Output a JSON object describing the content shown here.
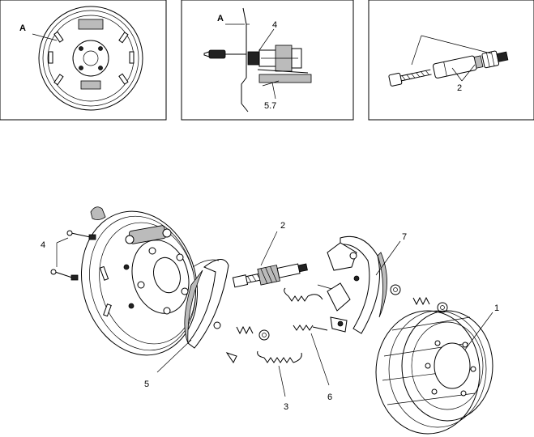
{
  "panels": {
    "backing_plate_detail": {
      "label": "A"
    },
    "cross_section_detail": {
      "label_a": "A",
      "label_4": "4",
      "label_57": "5.7"
    },
    "adjuster_detail": {
      "label_2": "2"
    }
  },
  "exploded_view": {
    "callouts": [
      "1",
      "2",
      "3",
      "4",
      "5",
      "6",
      "7"
    ]
  },
  "colors": {
    "ink": "#000000",
    "paper": "#ffffff"
  }
}
